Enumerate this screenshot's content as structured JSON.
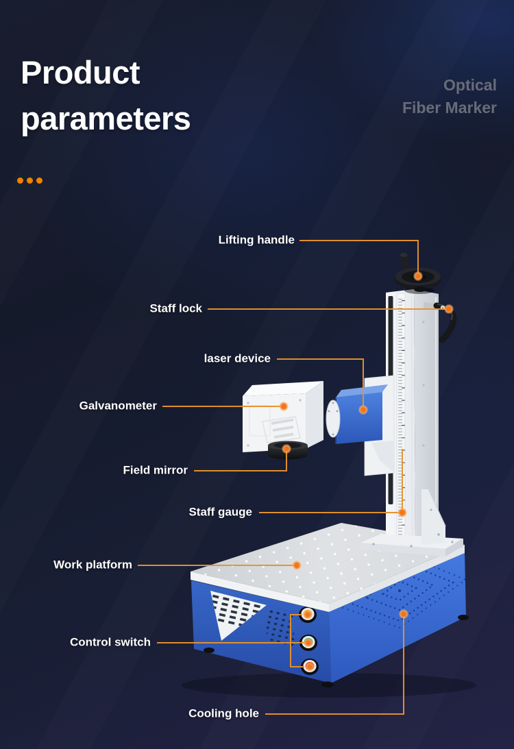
{
  "header": {
    "title_line1": "Product",
    "title_line2": "parameters",
    "subtitle_line1": "Optical",
    "subtitle_line2": "Fiber Marker"
  },
  "callouts": [
    {
      "label": "Lifting handle"
    },
    {
      "label": "Staff lock"
    },
    {
      "label": "laser device"
    },
    {
      "label": "Galvanometer"
    },
    {
      "label": "Field mirror"
    },
    {
      "label": "Staff gauge"
    },
    {
      "label": "Work platform"
    },
    {
      "label": "Control switch"
    },
    {
      "label": "Cooling hole"
    }
  ],
  "decor": {
    "accent_dot_count": 3
  },
  "colors": {
    "accent_orange": "#F08300",
    "callout_line": "#E8922C",
    "callout_dot": "#F0761B",
    "background_dark": "#161B2C",
    "background_bottom": "#242346",
    "title_text": "#FFFFFF",
    "subtitle_text": "#6E737D",
    "machine_blue": "#3A6DD3",
    "button_amber": "#F2A51F",
    "button_green": "#2FAE6F",
    "button_red": "#DE2A0D"
  }
}
